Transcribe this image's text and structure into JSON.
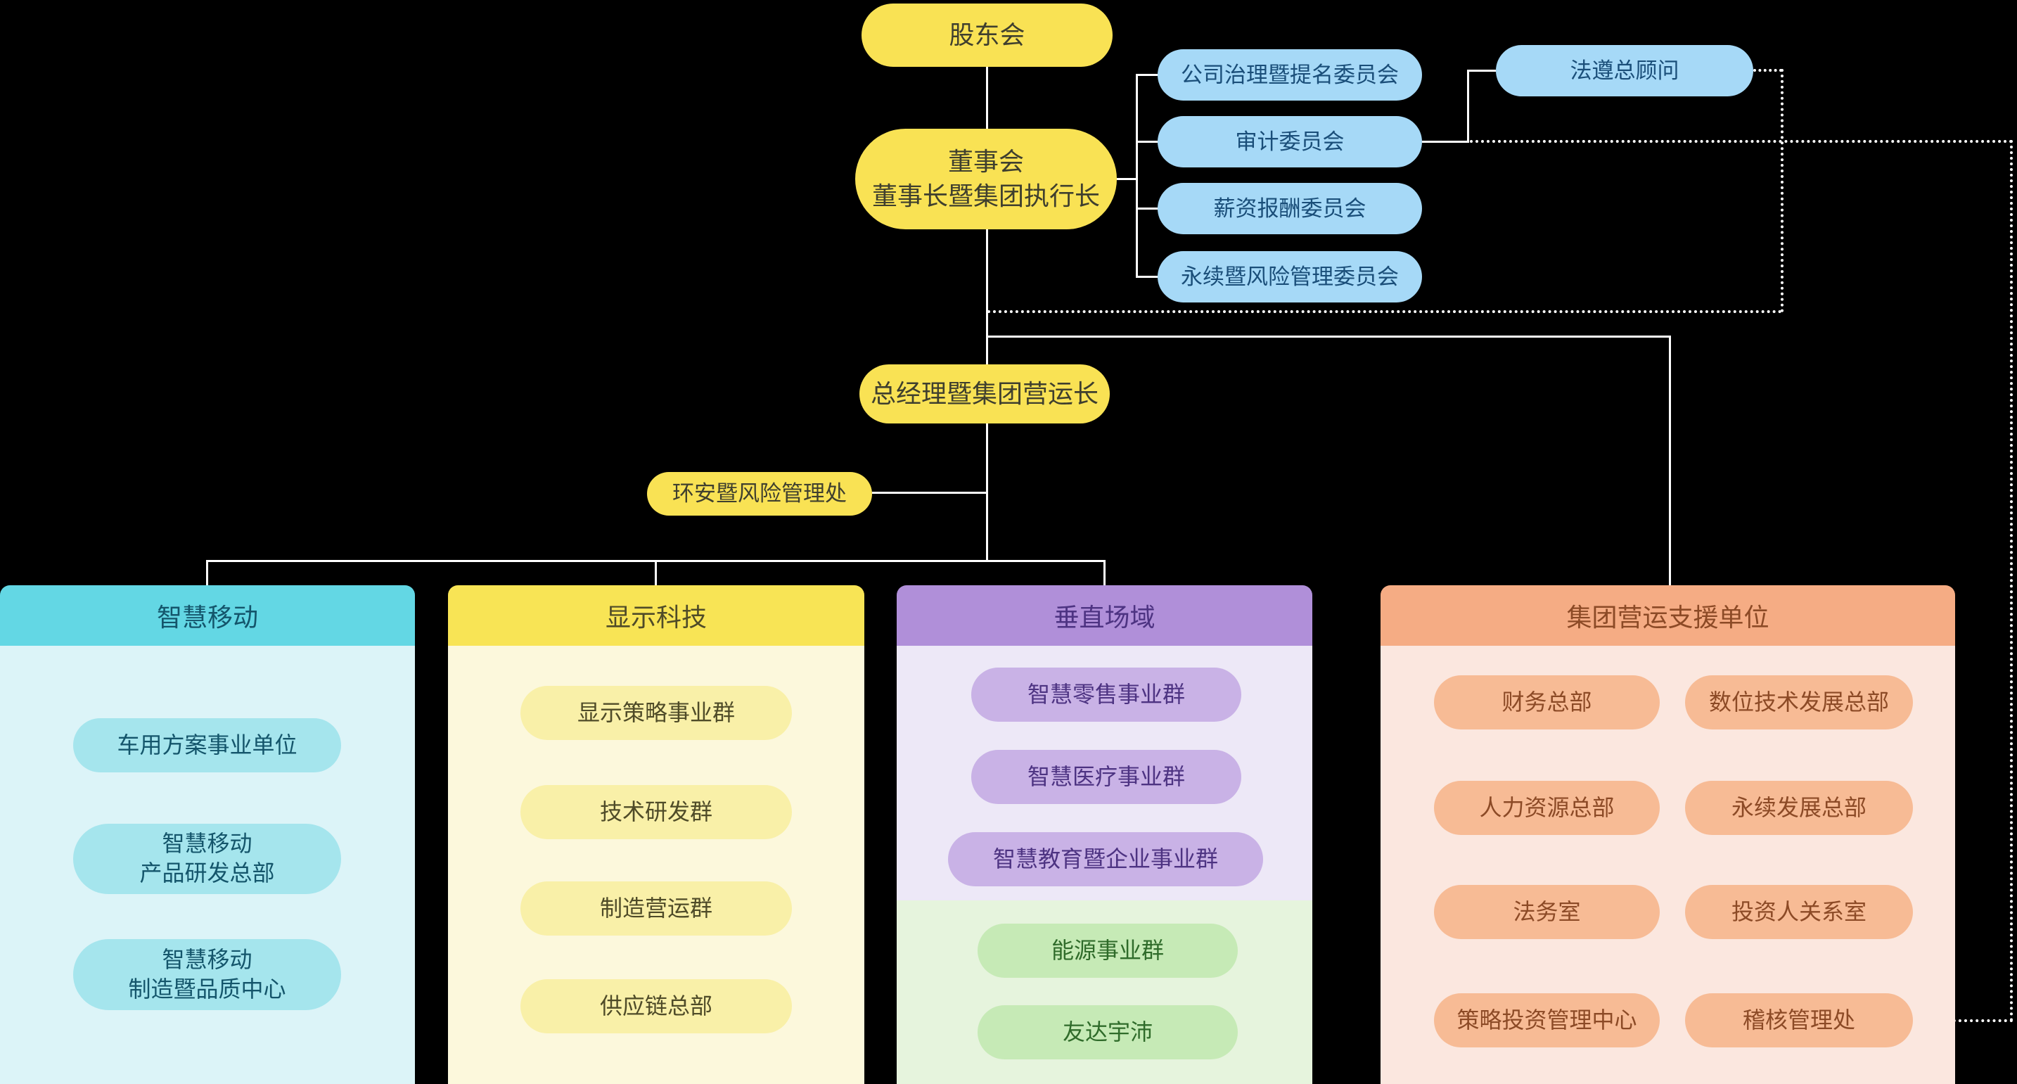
{
  "colors": {
    "background": "#000000",
    "yellow_node": "#F9E254",
    "blue_node": "#A6D9F7",
    "connector": "#FFFFFF",
    "smart_mobility_header": "#63D7E4",
    "smart_mobility_body": "#DCF4F8",
    "smart_mobility_pill": "#A5E5ED",
    "display_header": "#F8E455",
    "display_body": "#FCF8DC",
    "display_pill": "#F9F0A8",
    "vertical_header": "#B08FD9",
    "vertical_body": "#EDE8F7",
    "vertical_pill": "#C9B2E6",
    "energy_body": "#E6F4DD",
    "energy_pill": "#C6EAB6",
    "support_header": "#F5AC84",
    "support_body": "#FBE7DF",
    "support_pill": "#F7BB95"
  },
  "governance": {
    "shareholders": "股东会",
    "board": {
      "line1": "董事会",
      "line2": "董事长暨集团执行长"
    },
    "committees": [
      "公司治理暨提名委员会",
      "审计委员会",
      "薪资报酬委员会",
      "永续暨风险管理委员会"
    ],
    "compliance": "法遵总顾问",
    "ceo": "总经理暨集团营运长",
    "ehs": "环安暨风险管理处"
  },
  "divisions": [
    {
      "title": "智慧移动",
      "units": [
        {
          "lines": [
            "车用方案事业单位"
          ]
        },
        {
          "lines": [
            "智慧移动",
            "产品研发总部"
          ]
        },
        {
          "lines": [
            "智慧移动",
            "制造暨品质中心"
          ]
        }
      ]
    },
    {
      "title": "显示科技",
      "units": [
        {
          "lines": [
            "显示策略事业群"
          ]
        },
        {
          "lines": [
            "技术研发群"
          ]
        },
        {
          "lines": [
            "制造营运群"
          ]
        },
        {
          "lines": [
            "供应链总部"
          ]
        }
      ]
    },
    {
      "title": "垂直场域",
      "units": [
        {
          "lines": [
            "智慧零售事业群"
          ]
        },
        {
          "lines": [
            "智慧医疗事业群"
          ]
        },
        {
          "lines": [
            "智慧教育暨企业事业群"
          ]
        }
      ],
      "sub_units": [
        {
          "lines": [
            "能源事业群"
          ]
        },
        {
          "lines": [
            "友达宇沛"
          ]
        }
      ]
    },
    {
      "title": "集团营运支援单位",
      "units": [
        {
          "lines": [
            "财务总部"
          ]
        },
        {
          "lines": [
            "数位技术发展总部"
          ]
        },
        {
          "lines": [
            "人力资源总部"
          ]
        },
        {
          "lines": [
            "永续发展总部"
          ]
        },
        {
          "lines": [
            "法务室"
          ]
        },
        {
          "lines": [
            "投资人关系室"
          ]
        },
        {
          "lines": [
            "策略投资管理中心"
          ]
        },
        {
          "lines": [
            "稽核管理处"
          ]
        }
      ]
    }
  ]
}
